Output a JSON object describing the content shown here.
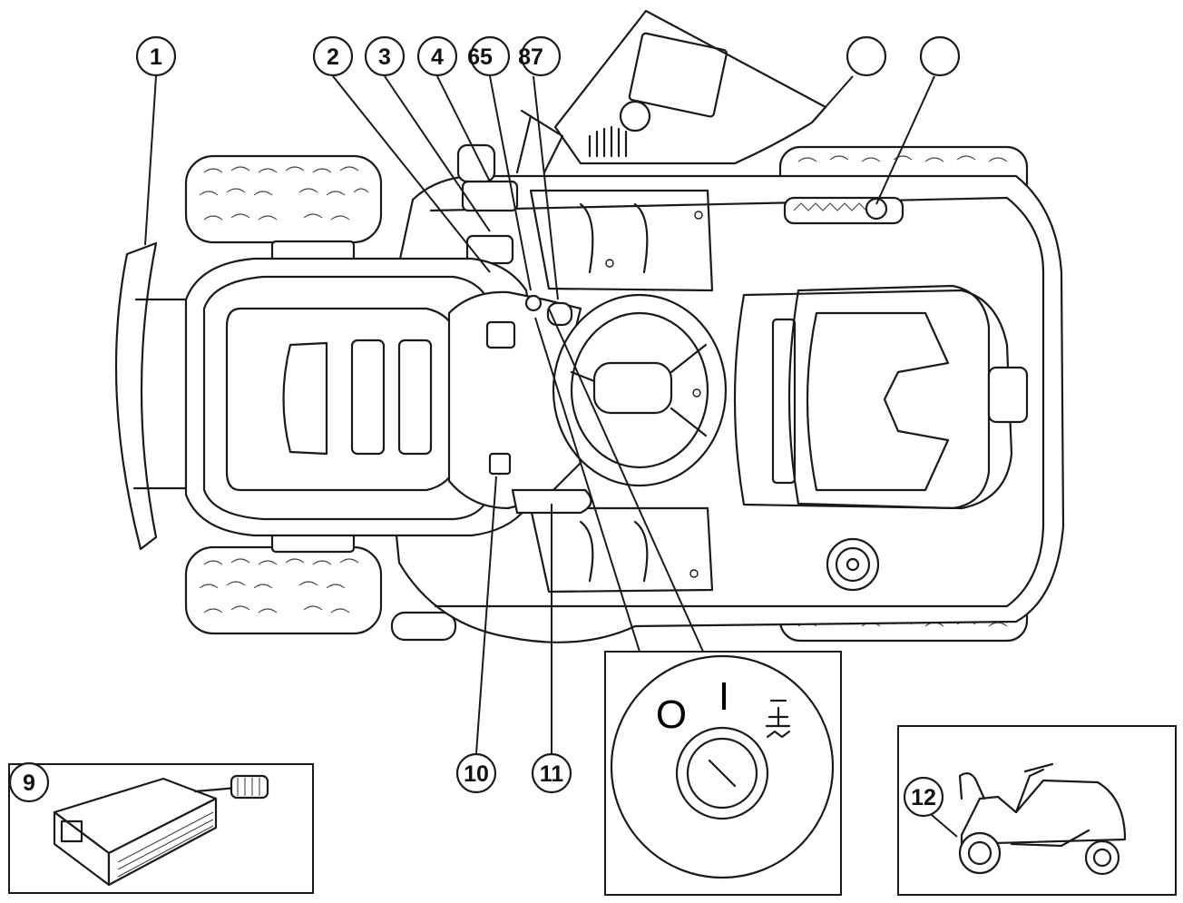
{
  "callouts": {
    "c1": "1",
    "c2": "2",
    "c3": "3",
    "c4": "4",
    "c65": "65",
    "c87": "87",
    "c9": "9",
    "c10": "10",
    "c11": "11",
    "c12": "12",
    "blank_a": "",
    "blank_b": ""
  },
  "ignition": {
    "off_symbol": "O",
    "on_symbol": "I"
  }
}
